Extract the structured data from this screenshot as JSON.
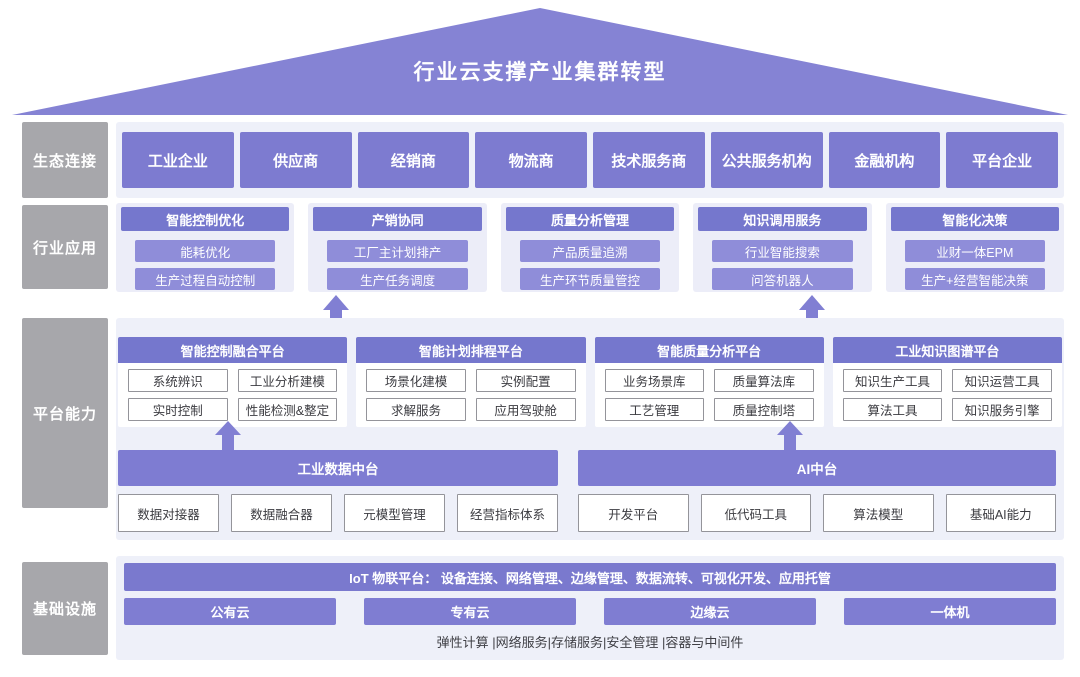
{
  "roof": {
    "title": "行业云支撑产业集群转型"
  },
  "colors": {
    "roof_purple": "#8583d4",
    "box_purple": "#7d7bd0",
    "header_purple": "#7577cd",
    "item_purple_light": "#8f8dd9",
    "bar_purple": "#7e7cd2",
    "strip_bg": "#eef0f9",
    "card_bg": "#ecedf8",
    "label_gray": "#a7a7ab",
    "white_box_border": "#94949a",
    "dark_text": "#3b3b40"
  },
  "eco": {
    "label": "生态连接",
    "items": [
      "工业企业",
      "供应商",
      "经销商",
      "物流商",
      "技术服务商",
      "公共服务机构",
      "金融机构",
      "平台企业"
    ]
  },
  "apps": {
    "label": "行业应用",
    "columns": [
      {
        "header": "智能控制优化",
        "items": [
          "能耗优化",
          "生产过程自动控制"
        ]
      },
      {
        "header": "产销协同",
        "items": [
          "工厂主计划排产",
          "生产任务调度"
        ]
      },
      {
        "header": "质量分析管理",
        "items": [
          "产品质量追溯",
          "生产环节质量管控"
        ]
      },
      {
        "header": "知识调用服务",
        "items": [
          "行业智能搜索",
          "问答机器人"
        ]
      },
      {
        "header": "智能化决策",
        "items": [
          "业财一体EPM",
          "生产+经营智能决策"
        ]
      }
    ]
  },
  "platform": {
    "label": "平台能力",
    "groups": [
      {
        "header": "智能控制融合平台",
        "items": [
          "系统辨识",
          "工业分析建模",
          "实时控制",
          "性能检测&整定"
        ]
      },
      {
        "header": "智能计划排程平台",
        "items": [
          "场景化建模",
          "实例配置",
          "求解服务",
          "应用驾驶舱"
        ]
      },
      {
        "header": "智能质量分析平台",
        "items": [
          "业务场景库",
          "质量算法库",
          "工艺管理",
          "质量控制塔"
        ]
      },
      {
        "header": "工业知识图谱平台",
        "items": [
          "知识生产工具",
          "知识运营工具",
          "算法工具",
          "知识服务引擎"
        ]
      }
    ],
    "data_bar": "工业数据中台",
    "ai_bar": "AI中台",
    "data_tools": [
      "数据对接器",
      "数据融合器",
      "元模型管理",
      "经营指标体系"
    ],
    "ai_tools": [
      "开发平台",
      "低代码工具",
      "算法模型",
      "基础AI能力"
    ]
  },
  "infra": {
    "label": "基础设施",
    "iot_bar": "IoT 物联平台： 设备连接、网络管理、边缘管理、数据流转、可视化开发、应用托管",
    "clouds": [
      "公有云",
      "专有云",
      "边缘云",
      "一体机"
    ],
    "services": "弹性计算 |网络服务|存储服务|安全管理 |容器与中间件"
  }
}
